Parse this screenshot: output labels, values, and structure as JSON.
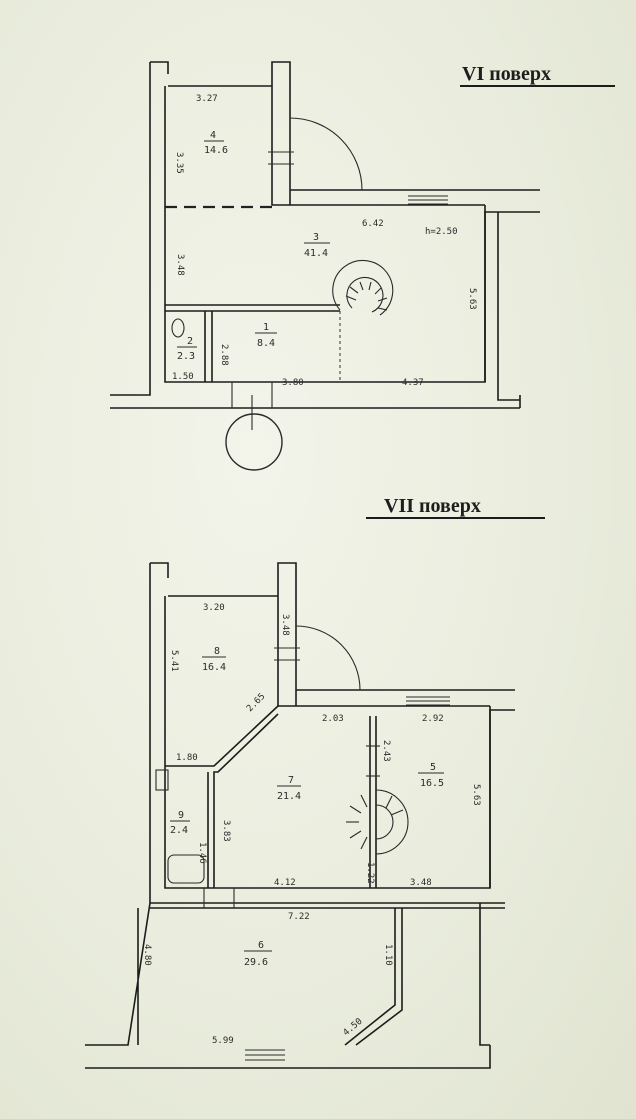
{
  "floors": [
    {
      "title": "VI  поверх",
      "rooms": [
        {
          "number": "4",
          "area": "14.6"
        },
        {
          "number": "3",
          "area": "41.4"
        },
        {
          "number": "2",
          "area": "2.3"
        },
        {
          "number": "1",
          "area": "8.4"
        }
      ],
      "dimensions": [
        "3.27",
        "3.35",
        "6.42",
        "h=2.50",
        "3.48",
        "5.63",
        "2.88",
        "1.50",
        "3.80",
        "4.37"
      ]
    },
    {
      "title": "VII  поверх",
      "rooms": [
        {
          "number": "8",
          "area": "16.4"
        },
        {
          "number": "7",
          "area": "21.4"
        },
        {
          "number": "5",
          "area": "16.5"
        },
        {
          "number": "9",
          "area": "2.4"
        },
        {
          "number": "6",
          "area": "29.6"
        }
      ],
      "dimensions": [
        "3.20",
        "3.48",
        "5.41",
        "2.65",
        "2.03",
        "2.92",
        "2.43",
        "1.80",
        "5.63",
        "3.83",
        "1.46",
        "1.22",
        "4.12",
        "3.48",
        "7.22",
        "4.80",
        "1.10",
        "4.50",
        "5.99"
      ]
    }
  ]
}
